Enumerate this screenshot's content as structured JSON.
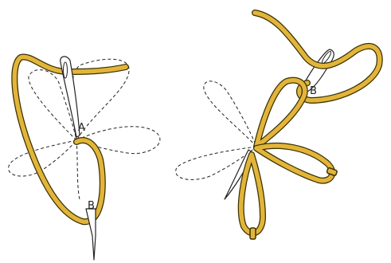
{
  "diagram": {
    "colors": {
      "yarn_fill": "#e2b53a",
      "yarn_outline": "#3a3000",
      "dashed_guide": "#222222",
      "needle": "#ffffff"
    },
    "labels": {
      "left_a": "A",
      "left_b": "B",
      "right_b": "B"
    }
  }
}
